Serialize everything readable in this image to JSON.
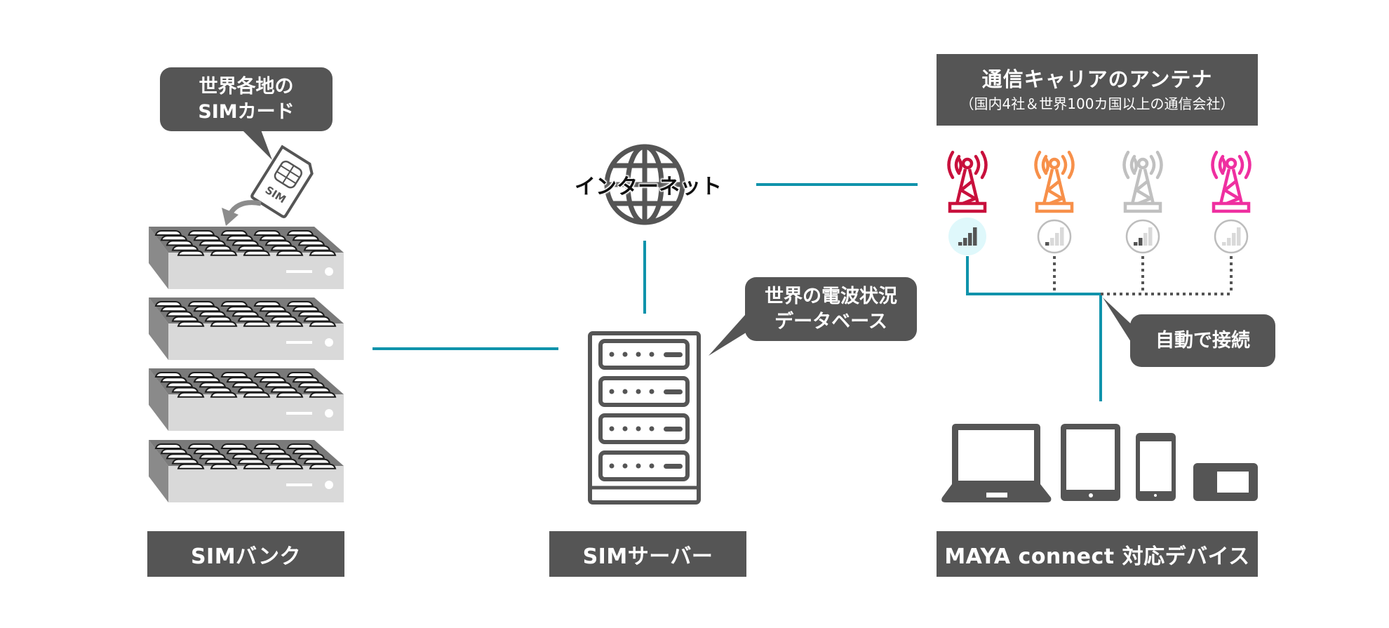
{
  "diagram": {
    "sim_bank": {
      "label": "SIMバンク",
      "unit_count": 4,
      "bubble": {
        "line1": "世界各地の",
        "line2": "SIMカード"
      },
      "sim_card_text": "SIM"
    },
    "sim_server": {
      "label": "SIMサーバー",
      "bay_count": 4,
      "bubble": {
        "line1": "世界の電波状況",
        "line2": "データベース"
      }
    },
    "internet": {
      "label": "インターネット"
    },
    "carriers": {
      "title": "通信キャリアのアンテナ",
      "subtitle": "（国内4社＆世界100カ国以上の通信会社）",
      "towers": [
        {
          "name": "carrier-1",
          "color": "#c8103c",
          "signal_bars": 4,
          "active": true
        },
        {
          "name": "carrier-2",
          "color": "#f7904a",
          "signal_bars": 1,
          "active": false
        },
        {
          "name": "carrier-3",
          "color": "#c0c0c0",
          "signal_bars": 2,
          "active": false
        },
        {
          "name": "carrier-4",
          "color": "#ef2fa0",
          "signal_bars": 0,
          "active": false
        }
      ]
    },
    "auto_connect": {
      "label": "自動で接続"
    },
    "devices": {
      "label": "MAYA connect 対応デバイス",
      "items": [
        "laptop",
        "tablet",
        "smartphone",
        "mobile-router"
      ]
    },
    "colors": {
      "dark": "#555555",
      "line": "#0f93ab",
      "dotted": "#555555",
      "active_signal_bg": "#dff8fb",
      "bar_on": "#555555",
      "bar_off": "#d9d9d9"
    }
  }
}
